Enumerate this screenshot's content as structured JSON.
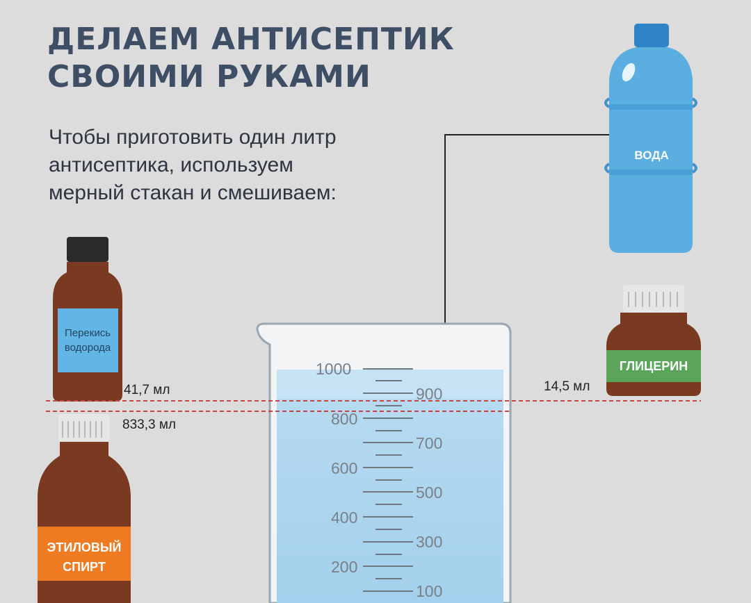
{
  "title": {
    "line1": "ДЕЛАЕМ АНТИСЕПТИК",
    "line2": "СВОИМИ РУКАМИ"
  },
  "intro": {
    "line1": "Чтобы приготовить один литр",
    "line2": "антисептика, используем",
    "line3": "мерный стакан и смешиваем:"
  },
  "ingredients": {
    "water": {
      "label": "ВОДА"
    },
    "peroxide": {
      "label_line1": "Перекись",
      "label_line2": "водорода",
      "amount": "41,7 мл"
    },
    "ethanol": {
      "label_line1": "ЭТИЛОВЫЙ",
      "label_line2": "СПИРТ",
      "amount": "833,3 мл"
    },
    "glycerin": {
      "label": "ГЛИЦЕРИН",
      "amount": "14,5 мл"
    }
  },
  "beaker": {
    "left_labels": [
      "1000",
      "800",
      "600",
      "400",
      "200"
    ],
    "right_labels": [
      "900",
      "700",
      "500",
      "300",
      "100"
    ]
  },
  "colors": {
    "background": "#dcdcdc",
    "title": "#3e4e64",
    "water": "#5aaee0",
    "brown_bottle": "#7a3a22",
    "orange_label": "#ee7a22",
    "green_label": "#5aa55a",
    "guide_line": "#c94444"
  }
}
